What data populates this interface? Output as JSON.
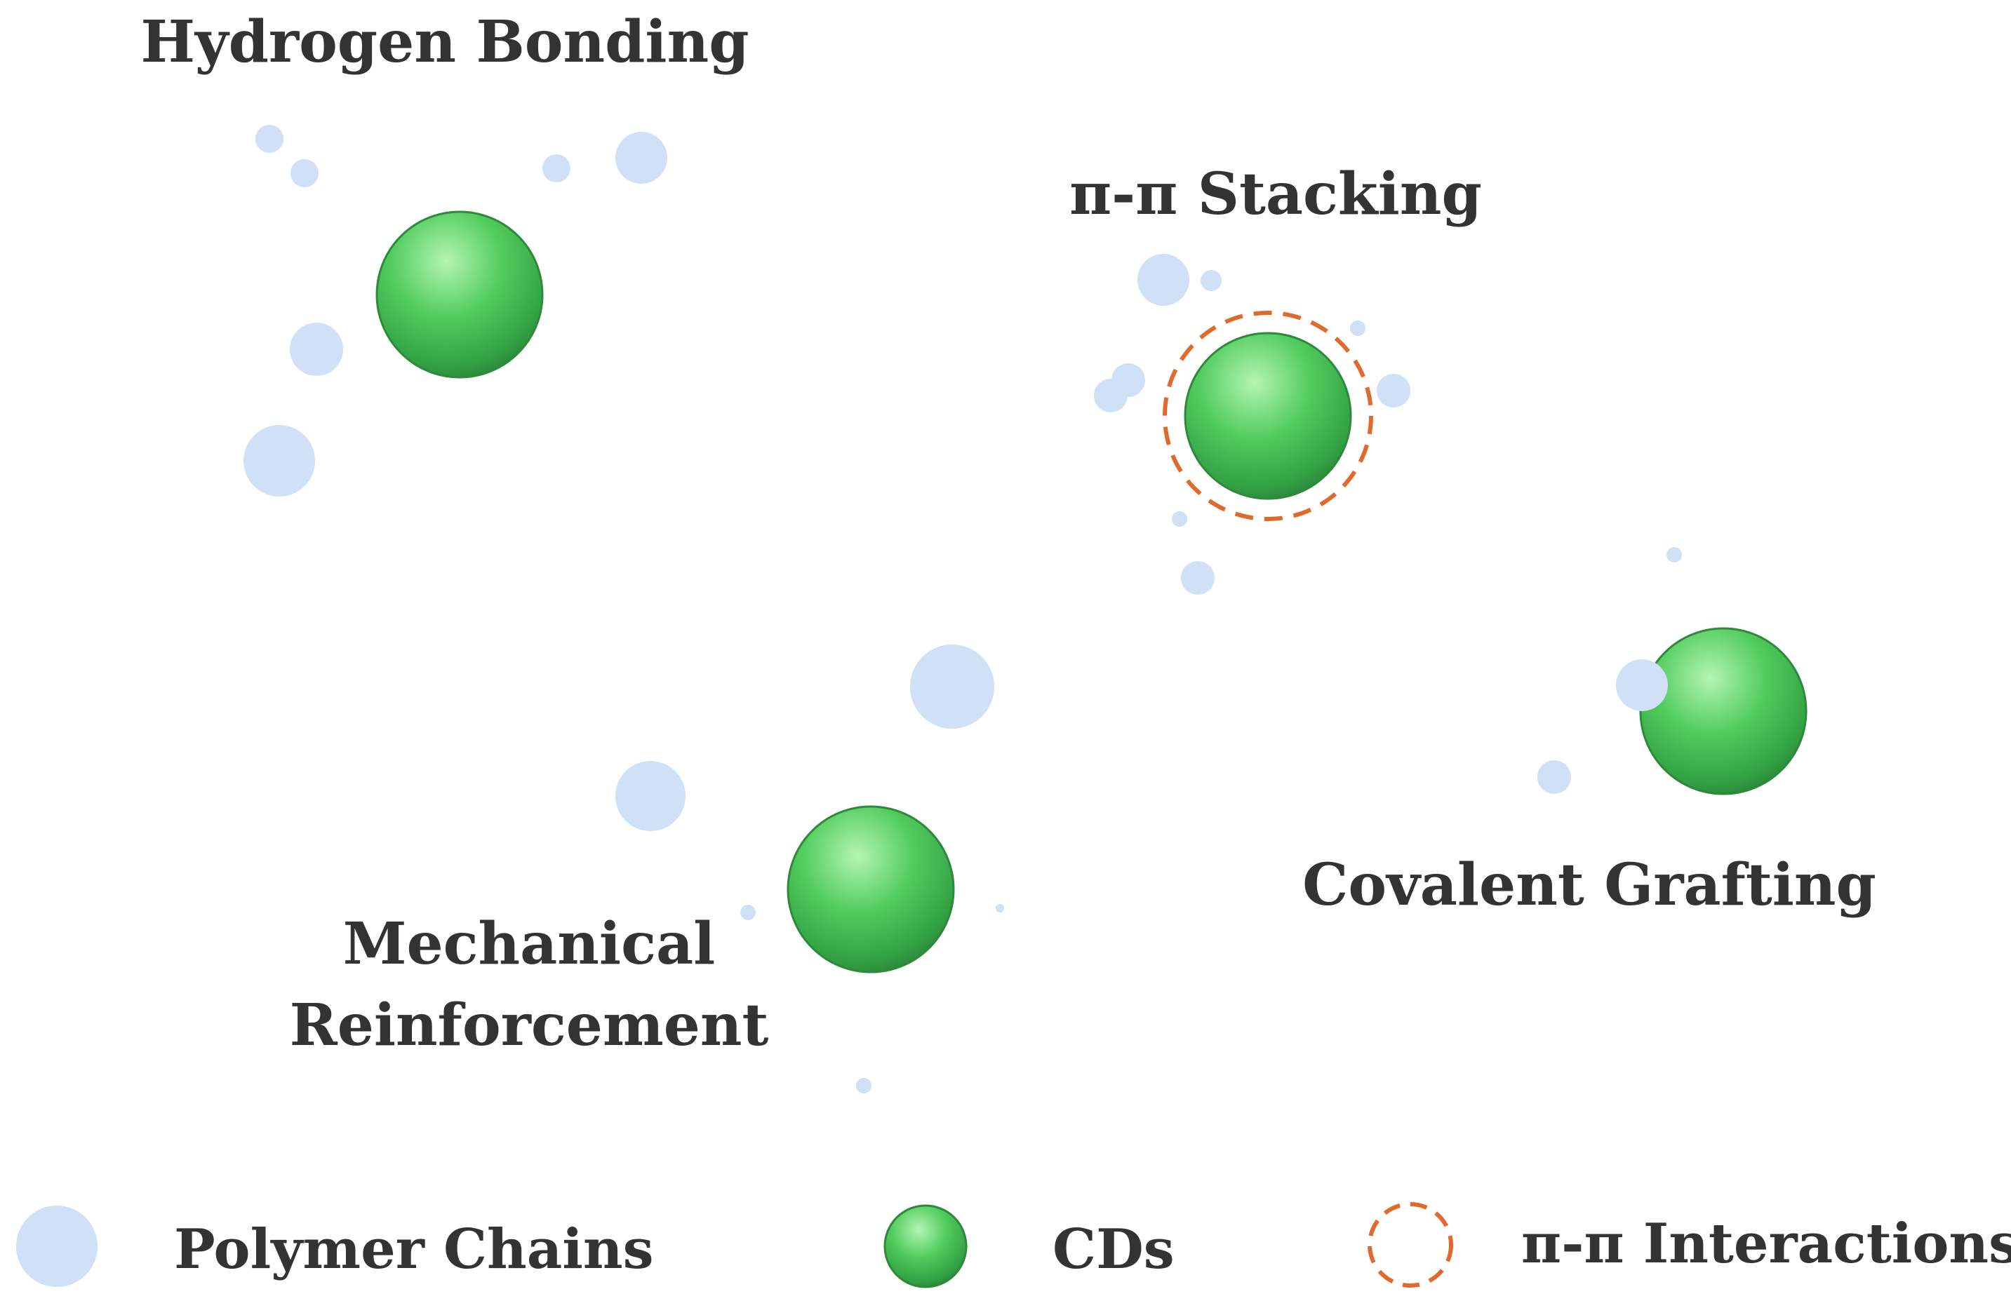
{
  "labels": {
    "hydrogen_bonding": "Hydrogen Bonding",
    "pi_stacking": "π-π Stacking",
    "covalent_grafting": "Covalent Grafting",
    "mechanical_line1": "Mechanical",
    "mechanical_line2": "Reinforcement"
  },
  "legend": {
    "polymer_chains": "Polymer Chains",
    "cds": "CDs",
    "pi_interactions": "π-π Interactions"
  },
  "colors": {
    "polymer": "#cfe0f7",
    "cd_light": "#9ef0a0",
    "cd_mid": "#4cc45a",
    "cd_dark": "#2f8a3a",
    "interaction": "#e06a2c",
    "text": "#333333"
  }
}
